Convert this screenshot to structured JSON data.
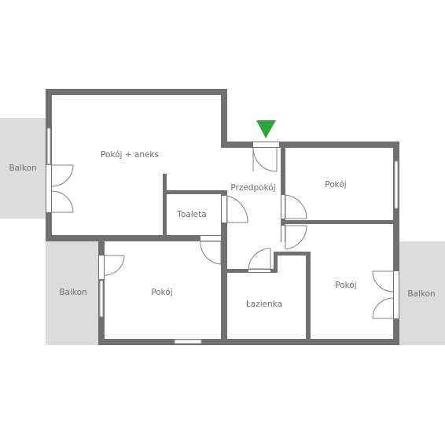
{
  "rooms": {
    "living": "Pokój + aneks",
    "hall": "Przedpokój",
    "room_ne": "Pokój",
    "toilet": "Toaleta",
    "room_sw": "Pokój",
    "bathroom": "Łazienka",
    "room_se": "Pokój"
  },
  "balconies": {
    "west_upper": "Balkon",
    "west_lower": "Balkon",
    "east": "Balkon"
  },
  "entrance": {
    "icon": "triangle-down",
    "color": "#2aa63a"
  },
  "colors": {
    "wall": "#707070",
    "balcony": "#dcdcdc",
    "label": "#6e6e6e"
  }
}
